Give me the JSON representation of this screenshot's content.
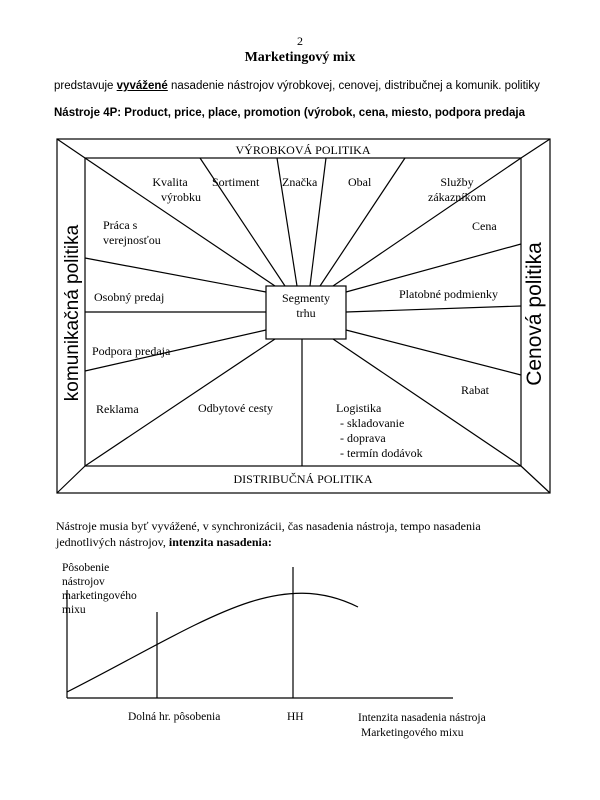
{
  "page_number": "2",
  "title": "Marketingový mix",
  "intro": {
    "before": "predstavuje ",
    "emphasis": "vyvážené",
    "after": " nasadenie nástrojov výrobkovej, cenovej, distribučnej a komunik. politiky"
  },
  "tools_4p": "Nástroje 4P: Product, price, place, promotion (výrobok, cena, miesto, podpora predaja",
  "diagram": {
    "top_title": "VÝROBKOVÁ  POLITIKA",
    "bottom_title": "DISTRIBUČNÁ  POLITIKA",
    "left_title": "komunikačná politika",
    "right_title": "Cenová politika",
    "center": [
      "Segmenty",
      "trhu"
    ],
    "segments": {
      "kvalita": [
        "Kvalita",
        "výrobku"
      ],
      "sortiment": "Sortiment",
      "znacka": "Značka",
      "obal": "Obal",
      "sluzby": [
        "Služby",
        "zákazníkom"
      ],
      "praca": [
        "Práca s",
        "verejnosťou"
      ],
      "cena": "Cena",
      "osobny": "Osobný predaj",
      "platobne": "Platobné podmienky",
      "podpora": "Podpora predaja",
      "rabat": "Rabat",
      "reklama": "Reklama",
      "odbytove": "Odbytové cesty",
      "logistika": "Logistika",
      "logistika_items": [
        "-   skladovanie",
        "-   doprava",
        "-   termín dodávok"
      ]
    }
  },
  "paragraph": {
    "line1": "Nástroje musia byť vyvážené, v synchronizácii, čas nasadenia nástroja, tempo nasadenia",
    "line2_prefix": "jednotlivých nástrojov, ",
    "line2_bold": "intenzita nasadenia:"
  },
  "graph": {
    "y_label": [
      "Pôsobenie",
      "nástrojov",
      "marketingového",
      "mixu"
    ],
    "lower_limit_label": "Dolná hr. pôsobenia",
    "hh_label": "HH",
    "x_label": [
      "Intenzita nasadenia nástroja",
      "Marketingového mixu"
    ]
  }
}
